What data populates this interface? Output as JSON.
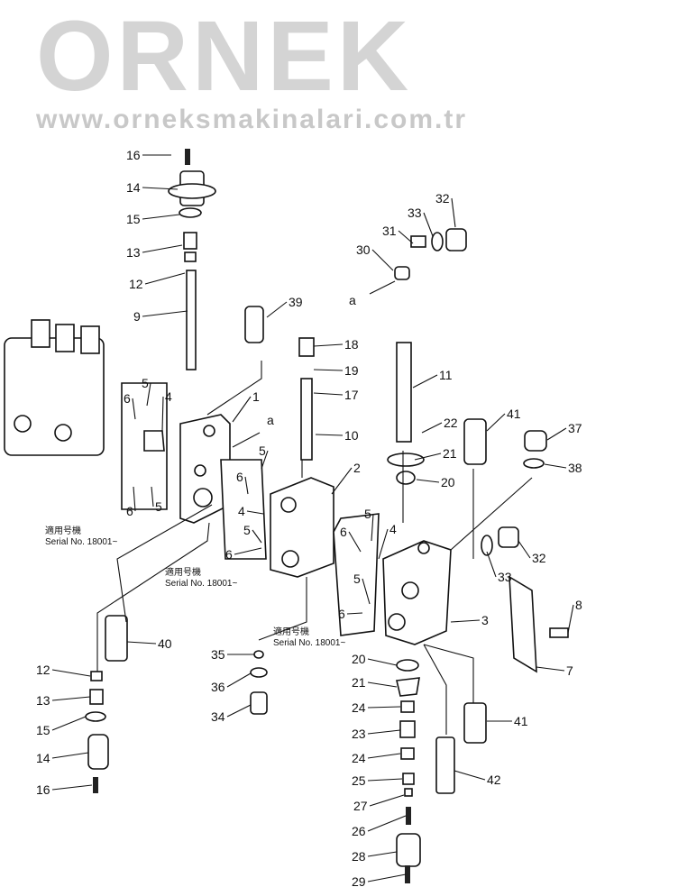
{
  "watermark": {
    "logo": "ORNEK",
    "url": "www.orneksmakinalari.com.tr"
  },
  "serial_notes": [
    {
      "jp": "適用号機",
      "text": "Serial No. 18001~"
    },
    {
      "jp": "適用号機",
      "text": "Serial No. 18001~"
    },
    {
      "jp": "適用号機",
      "text": "Serial No. 18001~"
    }
  ],
  "callouts": [
    "16",
    "14",
    "15",
    "13",
    "12",
    "9",
    "39",
    "30",
    "31",
    "33",
    "32",
    "a",
    "18",
    "19",
    "17",
    "10",
    "11",
    "22",
    "21",
    "20",
    "41",
    "37",
    "38",
    "1",
    "a",
    "5",
    "4",
    "6",
    "6",
    "5",
    "5",
    "6",
    "4",
    "5",
    "6",
    "2",
    "5",
    "6",
    "4",
    "5",
    "6",
    "33",
    "32",
    "8",
    "7",
    "3",
    "40",
    "12",
    "13",
    "15",
    "14",
    "16",
    "35",
    "36",
    "34",
    "20",
    "21",
    "24",
    "23",
    "24",
    "25",
    "27",
    "26",
    "28",
    "29",
    "41",
    "42"
  ]
}
